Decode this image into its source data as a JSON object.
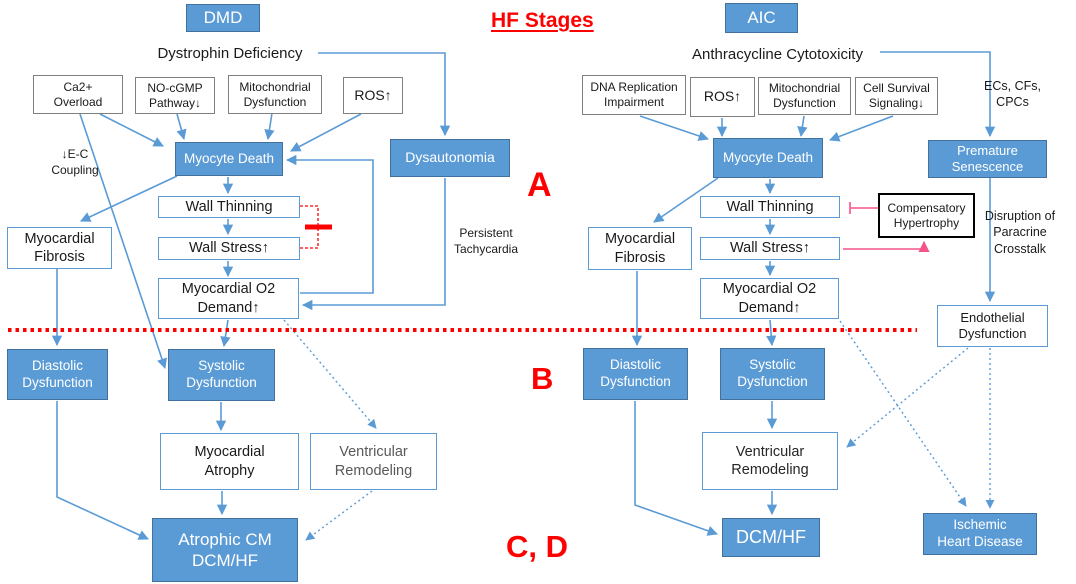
{
  "title": "HF Stages",
  "stage_labels": {
    "a": "A",
    "b": "B",
    "cd": "C, D"
  },
  "colors": {
    "accent_blue": "#5B9BD5",
    "border_blue": "#41719C",
    "gray_border": "#7F7F7F",
    "red": "#FF0000",
    "pink": "#F4548C",
    "ink": "#1a1a1a"
  },
  "dmd": {
    "header": "DMD",
    "cause": "Dystrophin Deficiency",
    "ca_overload": "Ca2+\nOverload",
    "no_cgmp": "NO-cGMP\nPathway↓",
    "mito": "Mitochondrial\nDysfunction",
    "ros": "ROS↑",
    "ec_coupling": "↓E-C\nCoupling",
    "myocyte_death": "Myocyte Death",
    "dysautonomia": "Dysautonomia",
    "wall_thinning": "Wall Thinning",
    "wall_stress": "Wall Stress↑",
    "myocardial_fibrosis": "Myocardial\nFibrosis",
    "o2_demand": "Myocardial O2\nDemand↑",
    "persistent_tachycardia": "Persistent\nTachycardia",
    "diastolic": "Diastolic\nDysfunction",
    "systolic": "Systolic\nDysfunction",
    "myocardial_atrophy": "Myocardial\nAtrophy",
    "ventricular_remodeling": "Ventricular\nRemodeling",
    "outcome": "Atrophic CM\nDCM/HF"
  },
  "aic": {
    "header": "AIC",
    "cause": "Anthracycline Cytotoxicity",
    "dna_replication": "DNA Replication\nImpairment",
    "ros": "ROS↑",
    "mito": "Mitochondrial\nDysfunction",
    "cell_survival": "Cell Survival\nSignaling↓",
    "ecs_cfs_cpcs": "ECs, CFs,\nCPCs",
    "myocyte_death": "Myocyte Death",
    "premature_senescence": "Premature\nSenescence",
    "wall_thinning": "Wall Thinning",
    "compensatory_hypertrophy": "Compensatory\nHypertrophy",
    "wall_stress": "Wall Stress↑",
    "myocardial_fibrosis": "Myocardial\nFibrosis",
    "o2_demand": "Myocardial O2\nDemand↑",
    "disruption": "Disruption of\nParacrine\nCrosstalk",
    "endothelial": "Endothelial\nDysfunction",
    "diastolic": "Diastolic\nDysfunction",
    "systolic": "Systolic\nDysfunction",
    "ventricular_remodeling": "Ventricular\nRemodeling",
    "outcome": "DCM/HF",
    "ischemic": "Ischemic\nHeart Disease"
  }
}
